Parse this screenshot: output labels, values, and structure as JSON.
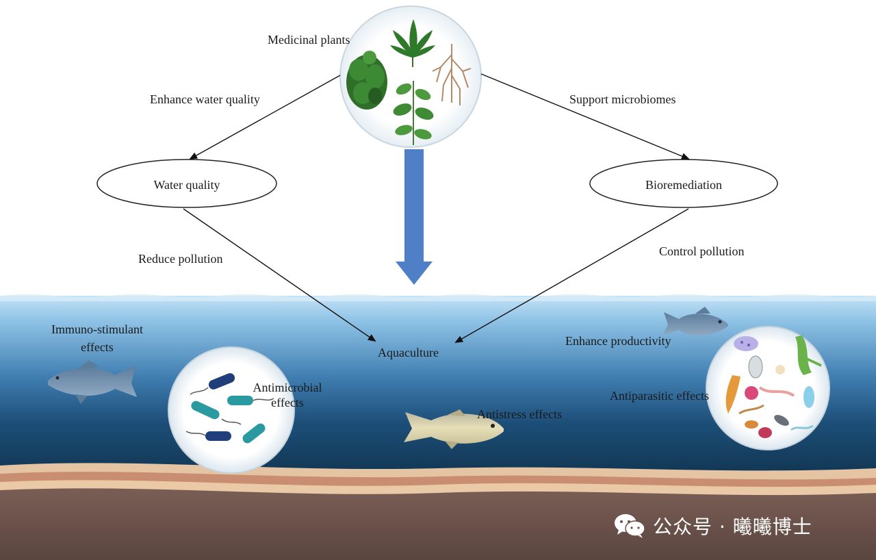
{
  "diagram": {
    "top_node": "Medicinal plants",
    "left_node": "Water quality",
    "right_node": "Bioremediation",
    "center_node": "Aquaculture",
    "edges": {
      "to_left": "Enhance water quality",
      "to_right": "Support microbiomes",
      "left_to_center": "Reduce pollution",
      "right_to_center": "Control pollution"
    },
    "effects": {
      "immuno_line1": "Immuno-stimulant",
      "immuno_line2": "effects",
      "antimicrobial_line1": "Antimicrobial",
      "antimicrobial_line2": "effects",
      "antistress": "Antistress effects",
      "productivity": "Enhance productivity",
      "antiparasitic": "Antiparasitic effects"
    }
  },
  "watermark": {
    "text": "公众号 · 曦曦博士"
  },
  "colors": {
    "water_top": "#a9d2ee",
    "water_mid": "#2f6a9a",
    "water_deep": "#0d3048",
    "sand": "#e0bd9a",
    "soil": "#6b5048",
    "arrow_blue": "#4f7fc7"
  }
}
